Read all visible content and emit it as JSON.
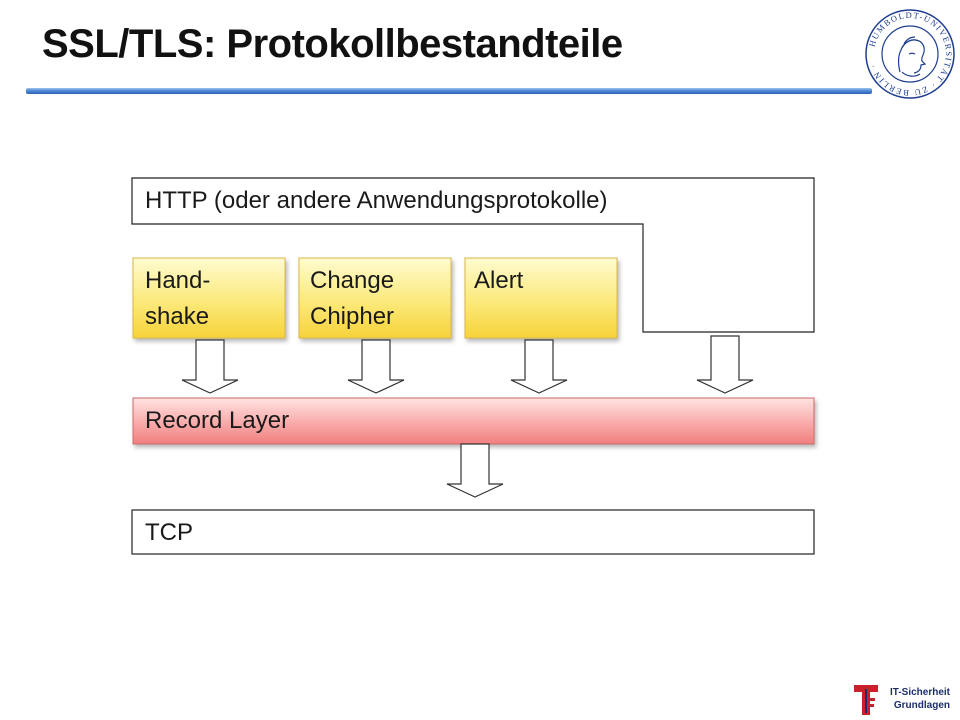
{
  "slide": {
    "title": "SSL/TLS: Protokollbestandteile"
  },
  "diagram": {
    "http_label": "HTTP (oder andere Anwendungsprotokolle)",
    "handshake_label_line1": "Hand-",
    "handshake_label_line2": "shake",
    "change_cipher_label_line1": "Change",
    "change_cipher_label_line2": "Chipher",
    "alert_label": "Alert",
    "record_layer_label": "Record Layer",
    "tcp_label": "TCP"
  },
  "seal": {
    "ring_text": "HUMBOLDT-UNIVERSITÄT · ZU BERLIN ·"
  },
  "footer": {
    "line1": "IT-Sicherheit",
    "line2": "Grundlagen"
  },
  "colors": {
    "title_rule": "#3a72c8",
    "yellow_box_top": "#fffbd0",
    "yellow_box_bottom": "#f7d23a",
    "record_top": "#ffe3e3",
    "record_bottom": "#f07f7f",
    "seal_blue": "#1d3d8f"
  }
}
